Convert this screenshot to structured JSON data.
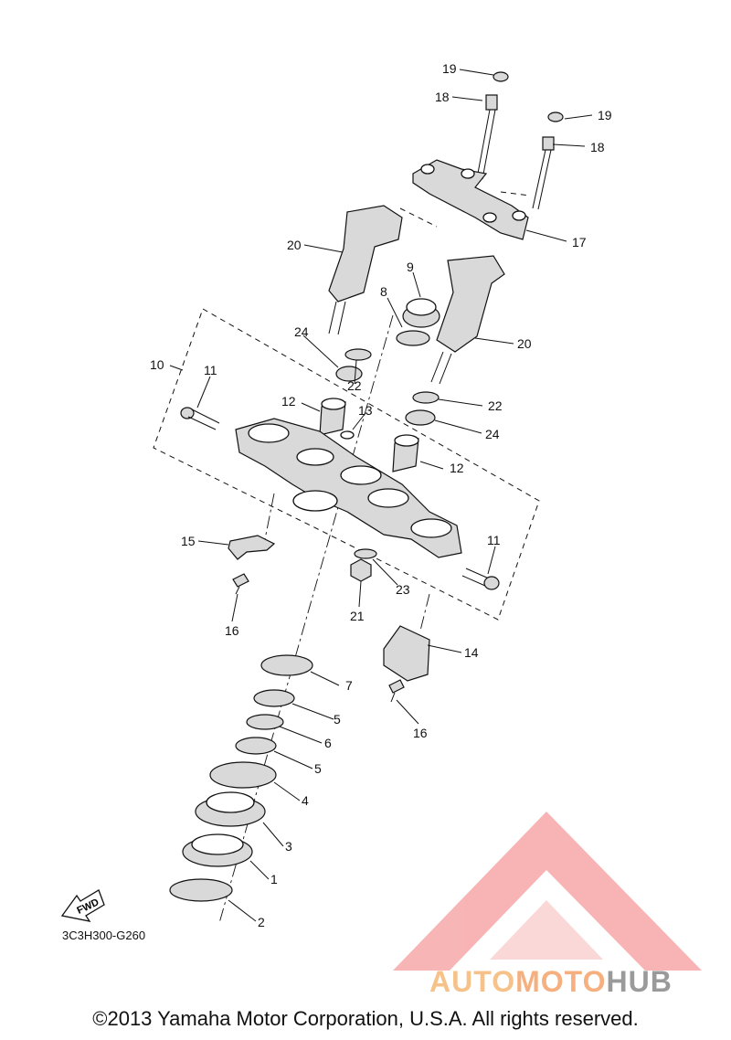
{
  "callouts": {
    "c19a": "19",
    "c18a": "18",
    "c19b": "19",
    "c18b": "18",
    "c17": "17",
    "c20a": "20",
    "c20b": "20",
    "c9": "9",
    "c8": "8",
    "c24a": "24",
    "c24b": "24",
    "c22a": "22",
    "c22b": "22",
    "c10": "10",
    "c11a": "11",
    "c11b": "11",
    "c12a": "12",
    "c12b": "12",
    "c13": "13",
    "c15": "15",
    "c16a": "16",
    "c16b": "16",
    "c23": "23",
    "c21": "21",
    "c14": "14",
    "c7": "7",
    "c5a": "5",
    "c5b": "5",
    "c6": "6",
    "c4": "4",
    "c3": "3",
    "c1": "1",
    "c2": "2"
  },
  "fwd_label": "FWD",
  "diagram_code": "3C3H300-G260",
  "copyright": "©2013 Yamaha Motor Corporation, U.S.A. All rights reserved.",
  "watermark": {
    "part1": "AUTO",
    "part2": "MOTO",
    "part3": "HUB",
    "color_logo": "#f7a8a8",
    "color_text": "#f6c28a"
  }
}
